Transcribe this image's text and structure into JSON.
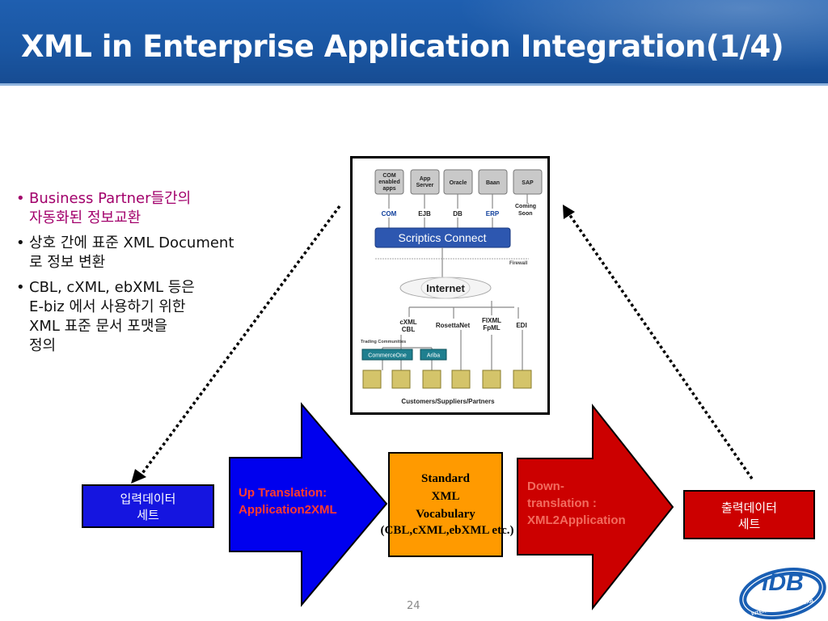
{
  "slide": {
    "title": "XML in Enterprise Application Integration(1/4)",
    "page_number": "24"
  },
  "bullets": [
    {
      "lines": [
        "Business Partner들간의",
        "자동화된 정보교환"
      ],
      "color": "#a2006b"
    },
    {
      "lines": [
        "상호 간에 표준 XML Document",
        "로 정보 변환"
      ],
      "color": "#111111"
    },
    {
      "lines": [
        "CBL, cXML, ebXML 등은",
        "E-biz 에서 사용하기 위한",
        "XML 표준 문서 포맷을",
        "정의"
      ],
      "color": "#111111"
    }
  ],
  "diagram": {
    "apps": [
      "COM enabled apps",
      "App Server",
      "Oracle",
      "Baan",
      "SAP"
    ],
    "app_lines": [
      [
        "COM",
        "enabled",
        "apps"
      ],
      [
        "App",
        "Server"
      ],
      [
        "Oracle"
      ],
      [
        "Baan"
      ],
      [
        "SAP"
      ]
    ],
    "protocols": [
      "COM",
      "EJB",
      "DB",
      "ERP"
    ],
    "coming_soon": "Coming Soon",
    "connect": "Scriptics Connect",
    "firewall": "Firewall",
    "internet": "Internet",
    "standards": [
      "cXML CBL",
      "RosettaNet",
      "FIXML FpML",
      "EDI"
    ],
    "trading_communities": "Trading Communities",
    "communities": [
      "CommerceOne",
      "Ariba"
    ],
    "footer": "Customers/Suppliers/Partners"
  },
  "flow": {
    "input": [
      "입력데이터",
      "세트"
    ],
    "up_translation": [
      "Up Translation:",
      "Application2XML"
    ],
    "standard": [
      "Standard",
      "XML",
      "Vocabulary"
    ],
    "standard_sub": "(CBL,cXML,ebXML etc.)",
    "down_translation": [
      "Down-",
      "translation :",
      "XML2Application"
    ],
    "output": [
      "출력데이터",
      "세트"
    ]
  },
  "logo": {
    "text": "iDB",
    "ring_text": "INTERNET DATABASE LAB"
  },
  "colors": {
    "header": "#1a56a2",
    "input_box": "#1515e0",
    "output_box": "#cc0000",
    "standard_box": "#ff9a00",
    "up_arrow": "#0000ee",
    "down_arrow": "#cc0000"
  }
}
